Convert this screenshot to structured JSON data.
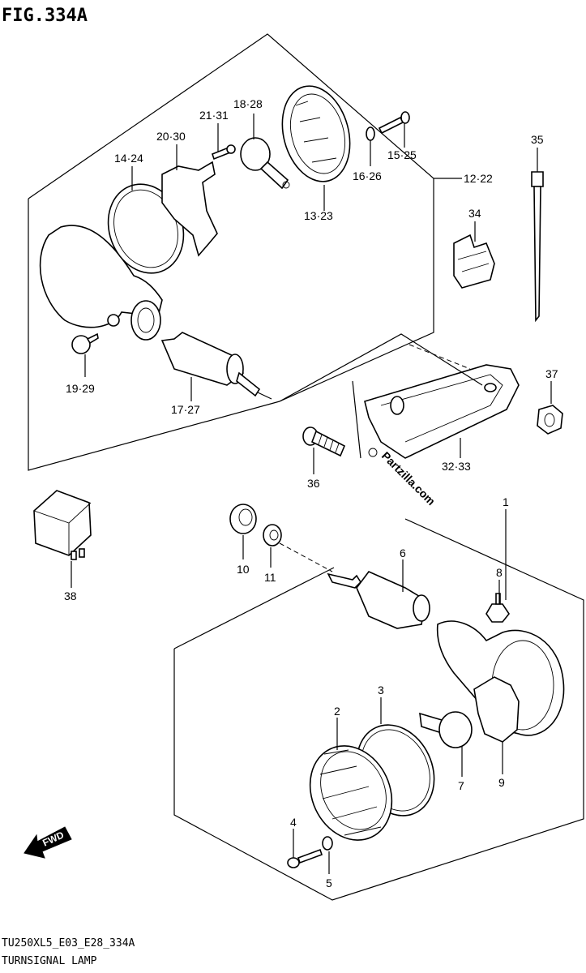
{
  "figure": {
    "title": "FIG.334A",
    "model_code": "TU250XL5_E03_E28_334A",
    "caption": "TURNSIGNAL LAMP"
  },
  "watermark": {
    "text": "Partzilla.com",
    "symbol": "©"
  },
  "fwd_badge": {
    "label": "FWD"
  },
  "callouts": {
    "c_1": "1",
    "c_2": "2",
    "c_3": "3",
    "c_4": "4",
    "c_5": "5",
    "c_6": "6",
    "c_7": "7",
    "c_8": "8",
    "c_9": "9",
    "c_10": "10",
    "c_11": "11",
    "c_12_22": "12·22",
    "c_13_23": "13·23",
    "c_14_24": "14·24",
    "c_15_25": "15·25",
    "c_16_26": "16·26",
    "c_17_27": "17·27",
    "c_18_28": "18·28",
    "c_19_29": "19·29",
    "c_20_30": "20·30",
    "c_21_31": "21·31",
    "c_32_33": "32·33",
    "c_34": "34",
    "c_35": "35",
    "c_36": "36",
    "c_37": "37",
    "c_38": "38"
  }
}
